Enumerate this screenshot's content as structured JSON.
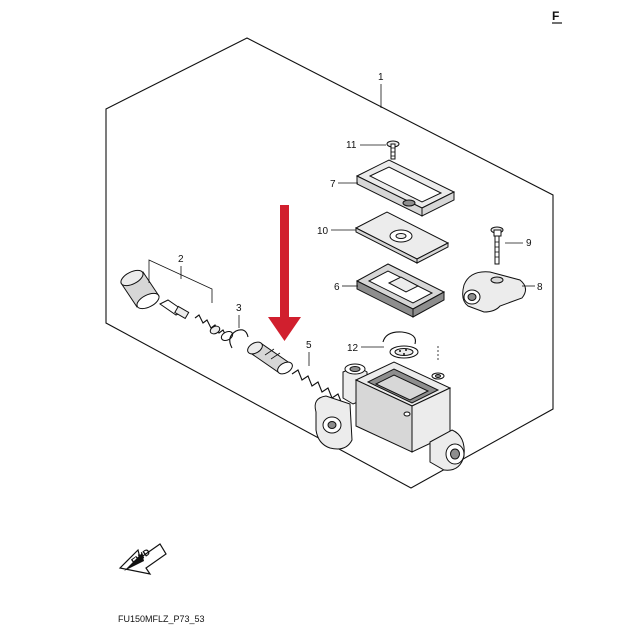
{
  "diagram": {
    "callouts": {
      "p1": "1",
      "p2": "2",
      "p3": "3",
      "p5": "5",
      "p6": "6",
      "p7": "7",
      "p8": "8",
      "p9": "9",
      "p10": "10",
      "p11": "11",
      "p12": "12"
    },
    "fwd_label": "FWD",
    "footer_code": "FU150MFLZ_P73_53",
    "corner_mark": "F",
    "arrow_color": "#d11f2e"
  }
}
